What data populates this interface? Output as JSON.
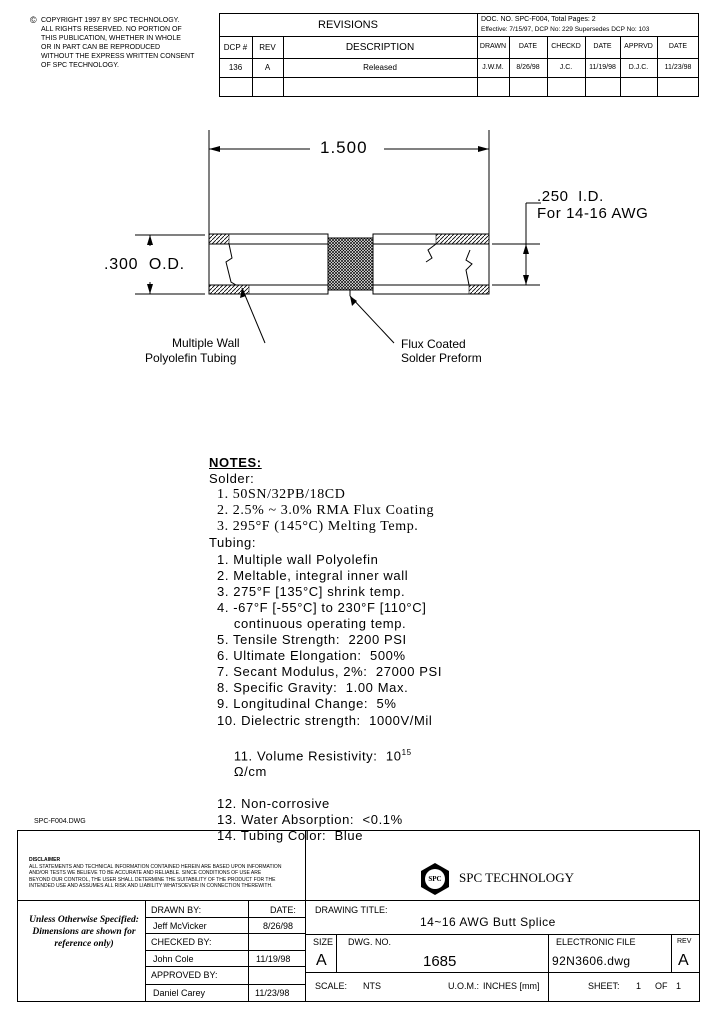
{
  "copyright": {
    "symbol": "©",
    "lines": [
      "COPYRIGHT 1997 BY SPC TECHNOLOGY.",
      "ALL RIGHTS RESERVED.  NO PORTION OF",
      "THIS PUBLICATION, WHETHER IN WHOLE",
      "OR IN PART CAN BE REPRODUCED",
      "WITHOUT THE EXPRESS WRITTEN CONSENT",
      "OF SPC TECHNOLOGY."
    ]
  },
  "revisions": {
    "title": "REVISIONS",
    "doc_info": [
      "DOC. NO. SPC-F004, Total Pages:  2",
      "Effective:  7/15/97, DCP No: 229 Supersedes DCP No: 103"
    ],
    "headers": [
      "DCP #",
      "REV",
      "DESCRIPTION",
      "DRAWN",
      "DATE",
      "CHECKD",
      "DATE",
      "APPRVD",
      "DATE"
    ],
    "rows": [
      [
        "136",
        "A",
        "Released",
        "J.W.M.",
        "8/26/98",
        "J.C.",
        "11/19/98",
        "D.J.C.",
        "11/23/98"
      ]
    ]
  },
  "drawing": {
    "length": "1.500",
    "id_label": ".250  I.D.",
    "awg_label": "For 14-16 AWG",
    "od_label": ".300  O.D.",
    "tubing_label": [
      "Multiple Wall",
      "Polyolefin Tubing"
    ],
    "preform_label": [
      "Flux Coated",
      "Solder Preform"
    ]
  },
  "notes": {
    "heading": "NOTES:",
    "solder_title": "Solder:",
    "solder": [
      "1. 50SN/32PB/18CD",
      "2. 2.5% ~ 3.0% RMA Flux Coating",
      "3. 295°F (145°C) Melting Temp."
    ],
    "tubing_title": "Tubing:",
    "tubing": [
      "1. Multiple wall Polyolefin",
      "2. Meltable, integral inner wall",
      "3. 275°F [135°C] shrink temp.",
      "4. -67°F [-55°C] to 230°F [110°C]",
      "    continuous operating temp.",
      "5. Tensile Strength:  2200 PSI",
      "6. Ultimate Elongation:  500%",
      "7. Secant Modulus, 2%:  27000 PSI",
      "8. Specific Gravity:  1.00 Max.",
      "9. Longitudinal Change:  5%",
      "10. Dielectric strength:  1000V/Mil",
      "11. Volume Resistivity:  10",
      "12. Non-corrosive",
      "13. Water Absorption:  <0.1%",
      "14. Tubing Color:  Blue"
    ],
    "resistivity_exp": "15",
    "resistivity_unit": "Ω/cm"
  },
  "title_block": {
    "form_id": "SPC-F004.DWG",
    "disclaimer_title": "DISCLAIMER",
    "disclaimer": [
      "ALL STATEMENTS AND TECHNICAL INFORMATION CONTAINED HEREIN ARE BASED UPON INFORMATION",
      "AND/OR TESTS WE BELIEVE TO BE ACCURATE AND RELIABLE.  SINCE CONDITIONS OF USE ARE",
      "BEYOND OUR CONTROL, THE USER SHALL DETERMINE THE SUITABILITY OF THE PRODUCT FOR THE",
      "INTENDED USE AND ASSUMES ALL RISK AND LIABILITY WHATSOEVER IN CONNECTION THEREWITH."
    ],
    "company_logo": "SPC",
    "company": "SPC TECHNOLOGY",
    "unless_note": [
      "Unless Otherwise Specified:",
      "Dimensions are shown for",
      "reference only)"
    ],
    "drawn_by_label": "DRAWN BY:",
    "drawn_by": "Jeff McVicker",
    "drawn_date_label": "DATE:",
    "drawn_date": "8/26/98",
    "checked_by_label": "CHECKED BY:",
    "checked_by": "John Cole",
    "checked_date": "11/19/98",
    "approved_by_label": "APPROVED BY:",
    "approved_by": "Daniel Carey",
    "approved_date": "11/23/98",
    "drawing_title_label": "DRAWING TITLE:",
    "drawing_title": "14~16 AWG Butt Splice",
    "size_label": "SIZE",
    "size": "A",
    "dwg_no_label": "DWG. NO.",
    "dwg_no": "1685",
    "efile_label": "ELECTRONIC FILE",
    "efile": "92N3606.dwg",
    "rev_label": "REV",
    "rev": "A",
    "scale_label": "SCALE:",
    "scale": "NTS",
    "uom_label": "U.O.M.:",
    "uom": "INCHES [mm]",
    "sheet_label": "SHEET:",
    "sheet": "1",
    "of_label": "OF",
    "sheets_total": "1"
  }
}
